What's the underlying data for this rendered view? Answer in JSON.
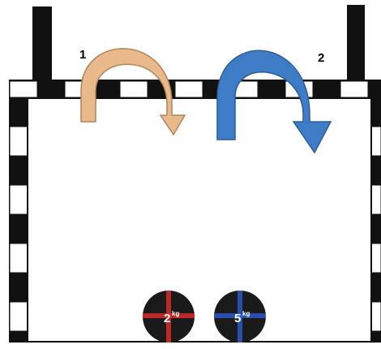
{
  "arrows": [
    {
      "label": "1",
      "color": "#e8b98a",
      "stroke": "#b0865c"
    },
    {
      "label": "2",
      "color": "#3f7cc6",
      "stroke": "#2c5c99"
    }
  ],
  "balls": [
    {
      "value": "2",
      "unit": "kg",
      "color": "#1a1a1a",
      "stripe": "#d92b2b"
    },
    {
      "value": "5",
      "unit": "kg",
      "color": "#1a1a1a",
      "stripe": "#2b59c9"
    }
  ],
  "frame": {
    "dark": "#111111",
    "light": "#ffffff"
  }
}
